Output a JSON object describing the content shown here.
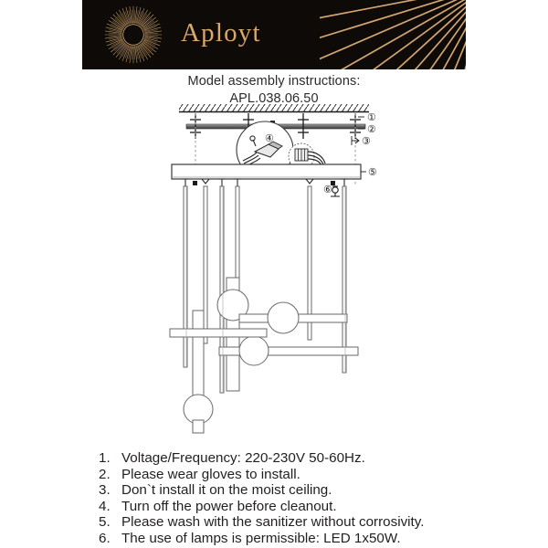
{
  "brand": {
    "name": "Aployt",
    "logo_icon": "sunburst-icon",
    "rays_icon": "ray-fan-icon",
    "banner_bg": "#0d0a08",
    "accent_gold": "#d9a86a"
  },
  "title": {
    "line1": "Model assembly instructions:",
    "line2": "APL.038.06.50"
  },
  "diagram": {
    "name": "ceiling-lamp-assembly-diagram",
    "callouts": [
      {
        "id": "1",
        "label": "①"
      },
      {
        "id": "2",
        "label": "②"
      },
      {
        "id": "3",
        "label": "③"
      },
      {
        "id": "4",
        "label": "④"
      },
      {
        "id": "5",
        "label": "⑤"
      },
      {
        "id": "6",
        "label": "⑥"
      }
    ],
    "parts": {
      "ceiling": "hatched-ceiling",
      "mounting_bar": "mounting-bracket-bar",
      "canopy": "canopy-bar",
      "detail_circle": "wire-connector-detail",
      "terminal_block": "terminal-block-detail"
    }
  },
  "instructions": [
    {
      "num": "1.",
      "text": "Voltage/Frequency: 220-230V 50-60Hz."
    },
    {
      "num": "2.",
      "text": "Please wear gloves to install."
    },
    {
      "num": "3.",
      "text": "Don`t install it on the moist ceiling."
    },
    {
      "num": "4.",
      "text": "Turn off the power before cleanout."
    },
    {
      "num": "5.",
      "text": "Please wash with the sanitizer without corrosivity."
    },
    {
      "num": "6.",
      "text": "The use of lamps is permissible: LED 1x50W."
    }
  ]
}
